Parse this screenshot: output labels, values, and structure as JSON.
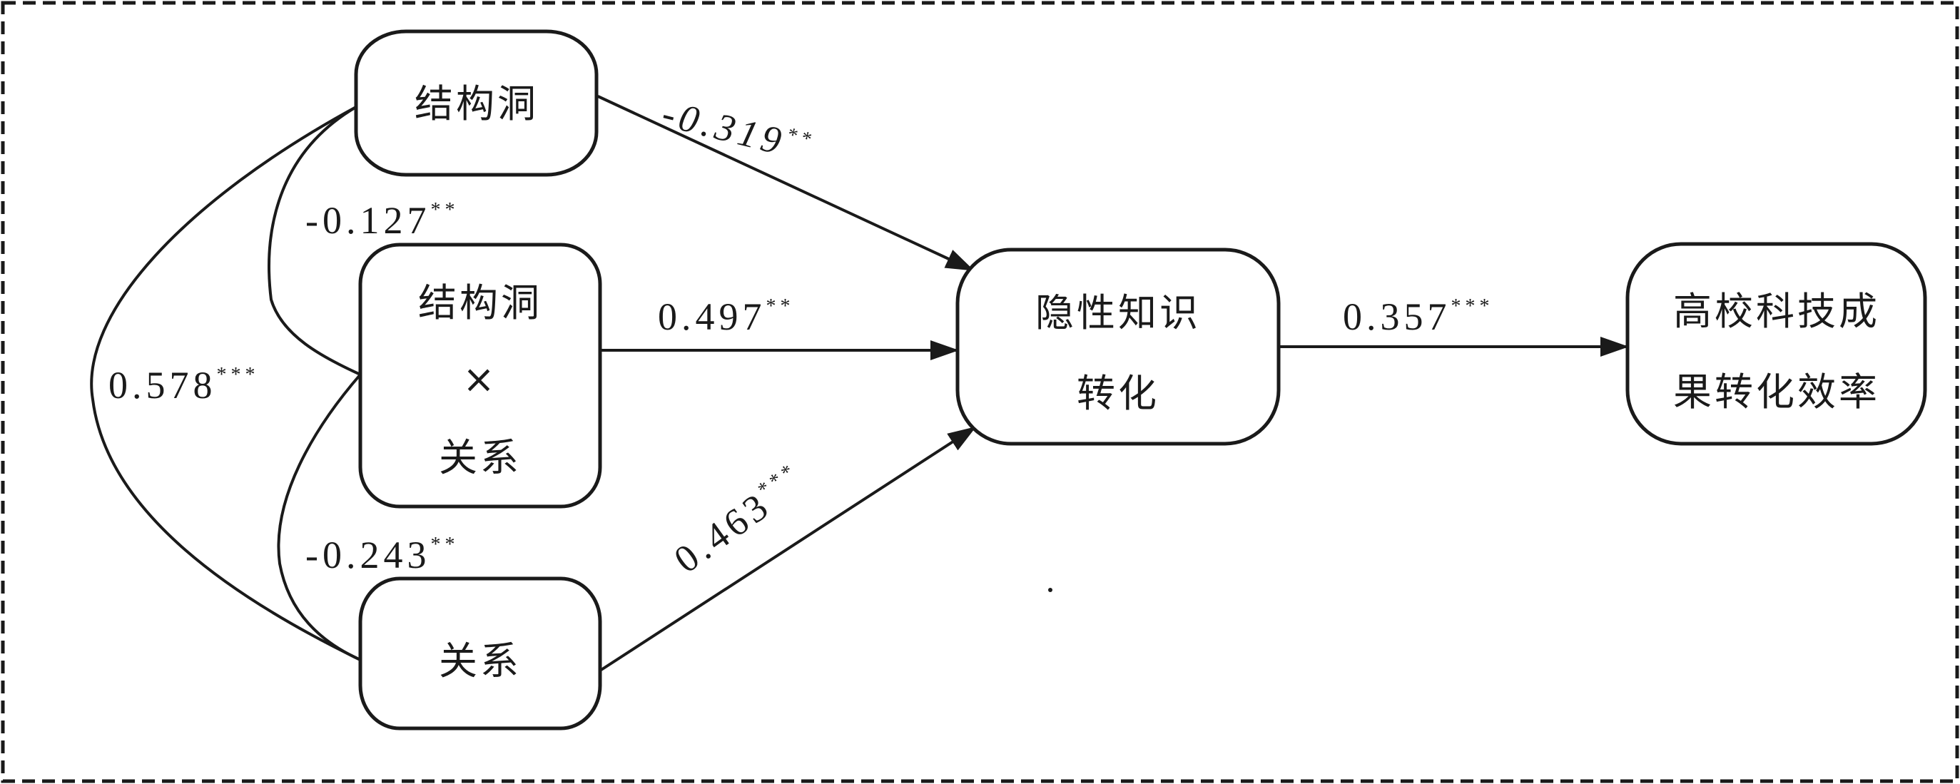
{
  "nodes": {
    "structural_holes": "结构洞",
    "interaction_line1": "结构洞",
    "interaction_symbol": "×",
    "interaction_line2": "关系",
    "relationship": "关系",
    "tacit_line1": "隐性知识",
    "tacit_line2": "转化",
    "efficiency_line1": "高校科技成",
    "efficiency_line2": "果转化效率"
  },
  "paths": {
    "sh_to_tacit": {
      "value": "-0.319",
      "sig": "**"
    },
    "inter_to_tacit": {
      "value": "0.497",
      "sig": "**"
    },
    "rel_to_tacit": {
      "value": "0.463",
      "sig": "***"
    },
    "tacit_to_eff": {
      "value": "0.357",
      "sig": "***"
    }
  },
  "correlations": {
    "sh_inter": {
      "value": "-0.127",
      "sig": "**"
    },
    "sh_rel": {
      "value": "0.578",
      "sig": "***"
    },
    "inter_rel": {
      "value": "-0.243",
      "sig": "**"
    }
  }
}
